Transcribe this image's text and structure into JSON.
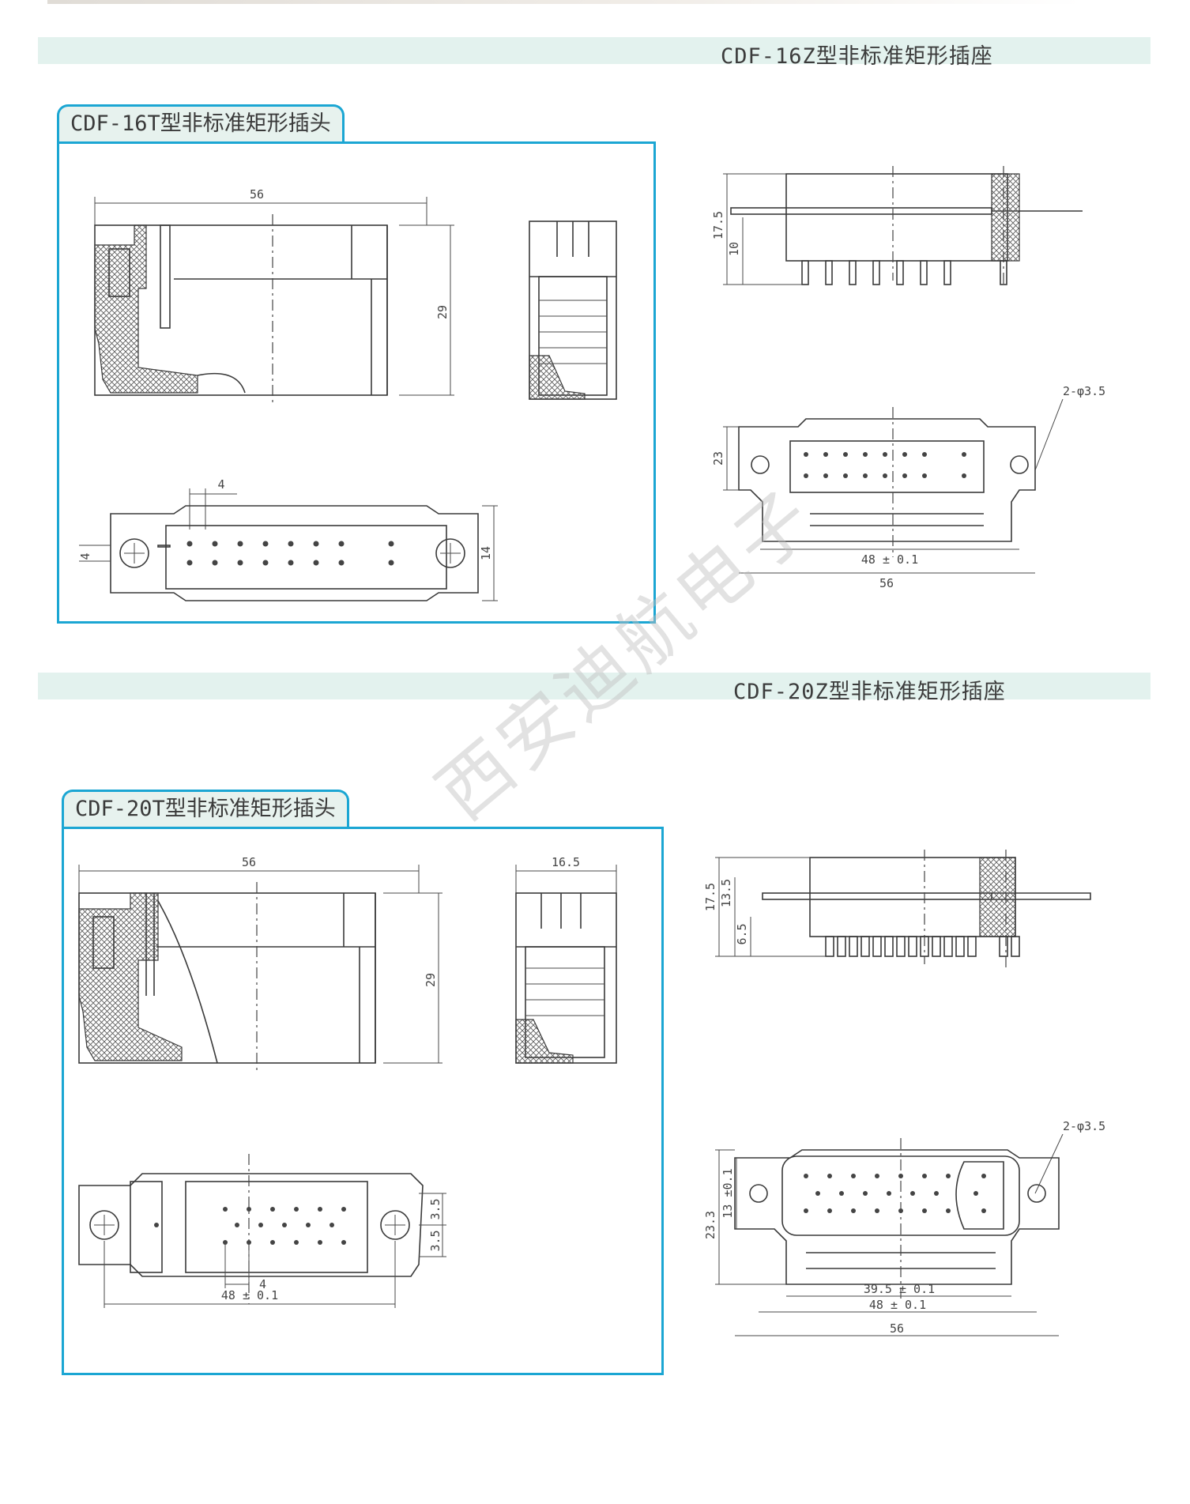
{
  "header": {
    "strip_tag": ""
  },
  "sections": [
    {
      "band_title": "CDF-16Z型非标准矩形插座",
      "plug_title": "CDF-16T型非标准矩形插头",
      "plug_dims": {
        "width": "56",
        "height": "29",
        "pitch": "4",
        "row_gap": "4",
        "depth": "14"
      },
      "socket_dims": {
        "h1": "17.5",
        "h2": "10",
        "hole": "2-φ3.5",
        "height": "23",
        "spacing": "48 ± 0.1",
        "width": "56"
      }
    },
    {
      "band_title": "CDF-20Z型非标准矩形插座",
      "plug_title": "CDF-20T型非标准矩形插头",
      "plug_dims": {
        "width": "56",
        "height": "29",
        "side_width": "16.5",
        "pitch": "4",
        "spacing": "48 ± 0.1",
        "row_up": "3.5",
        "row_down": "3.5"
      },
      "socket_dims": {
        "h1": "17.5",
        "h2": "13.5",
        "h3": "6.5",
        "hole": "2-φ3.5",
        "height": "23.3",
        "inner_h": "13 ±0.1",
        "inner_w": "39.5 ± 0.1",
        "spacing": "48 ± 0.1",
        "width": "56"
      }
    }
  ],
  "watermark": "西安迪航电子",
  "colors": {
    "accent": "#1ba6d3",
    "band": "#e3f2ee",
    "tab": "#e7f2ee"
  }
}
